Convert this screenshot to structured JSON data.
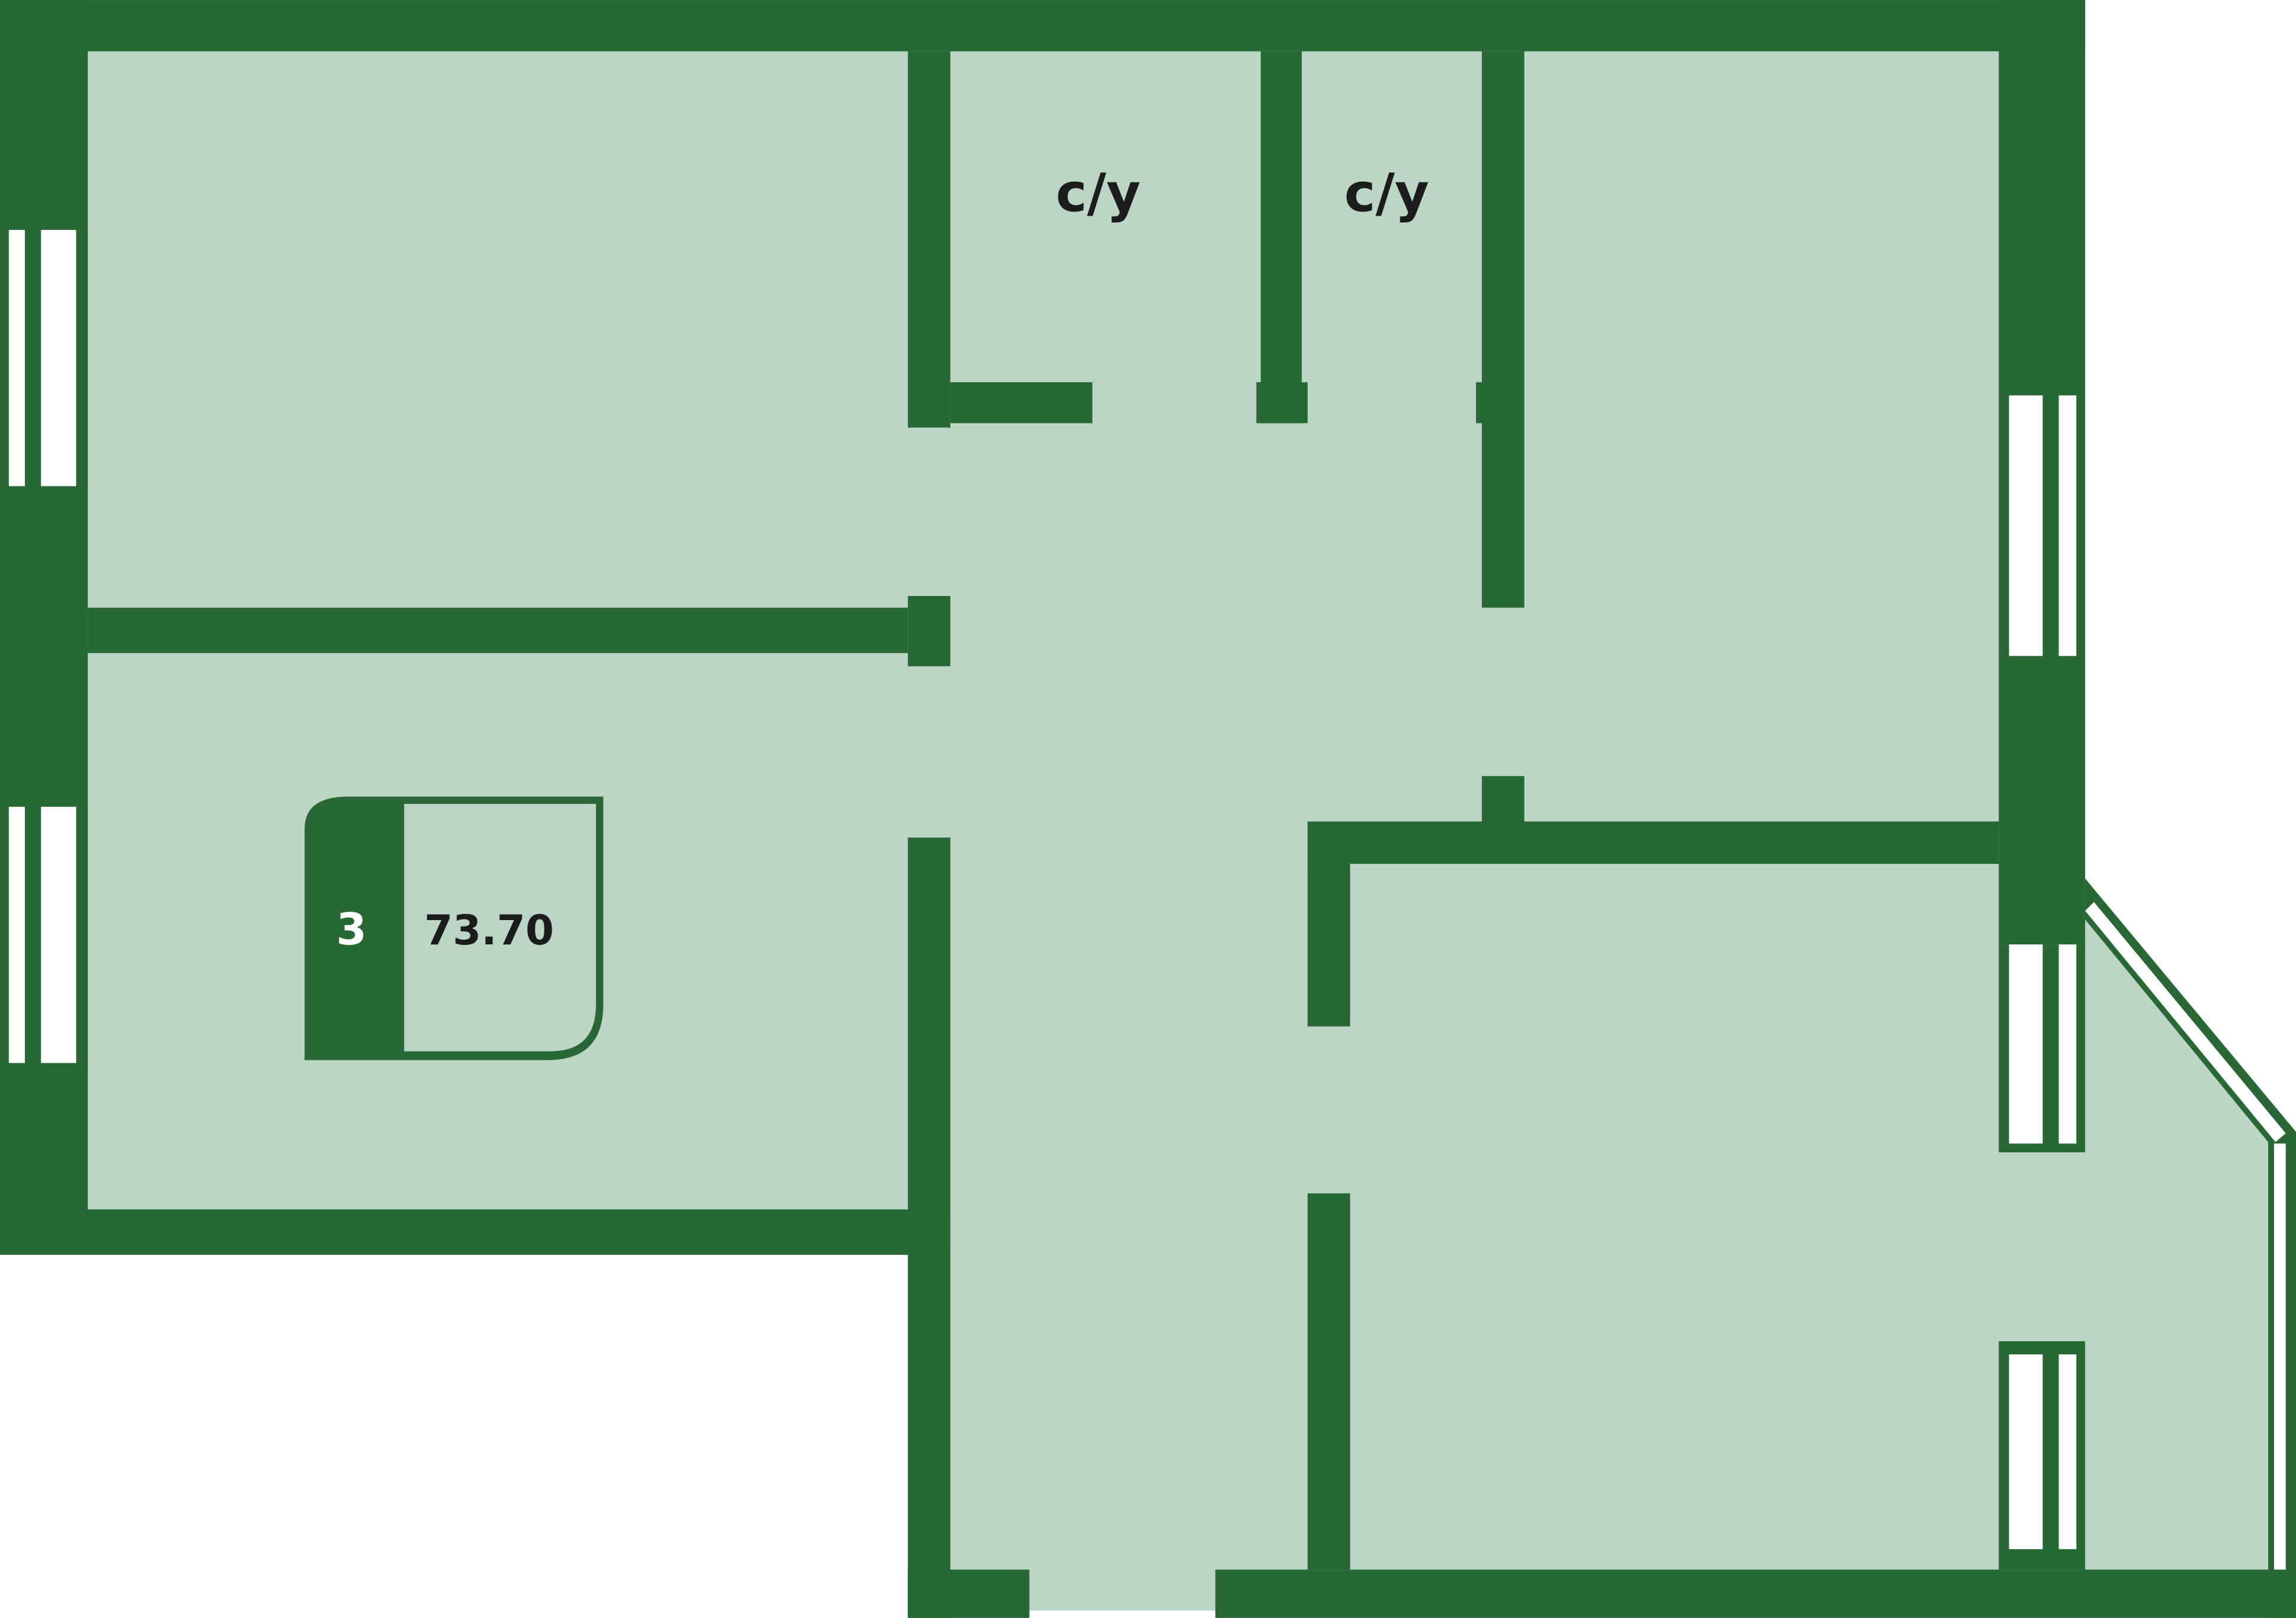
{
  "plan": {
    "rooms": [
      {
        "label": "с/у"
      },
      {
        "label": "с/у"
      }
    ],
    "apartment_badge": {
      "rooms_count": "3",
      "area": "73.70"
    }
  },
  "colors": {
    "wall": "#286834",
    "floor": "#bbd6c5",
    "text": "#1c1c1c",
    "badge_text": "#ffffff"
  }
}
